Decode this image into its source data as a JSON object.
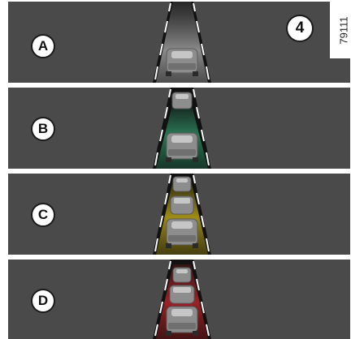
{
  "figure": {
    "callout_number": "4",
    "reference_code": "79111",
    "panels": [
      {
        "label": "A",
        "glow_color": "#9a9a9a",
        "vehicles": 1
      },
      {
        "label": "B",
        "glow_color": "#2f8a62",
        "vehicles": 2
      },
      {
        "label": "C",
        "glow_color": "#b8a218",
        "vehicles": 3
      },
      {
        "label": "D",
        "glow_color": "#b3262b",
        "vehicles": 3
      }
    ]
  }
}
